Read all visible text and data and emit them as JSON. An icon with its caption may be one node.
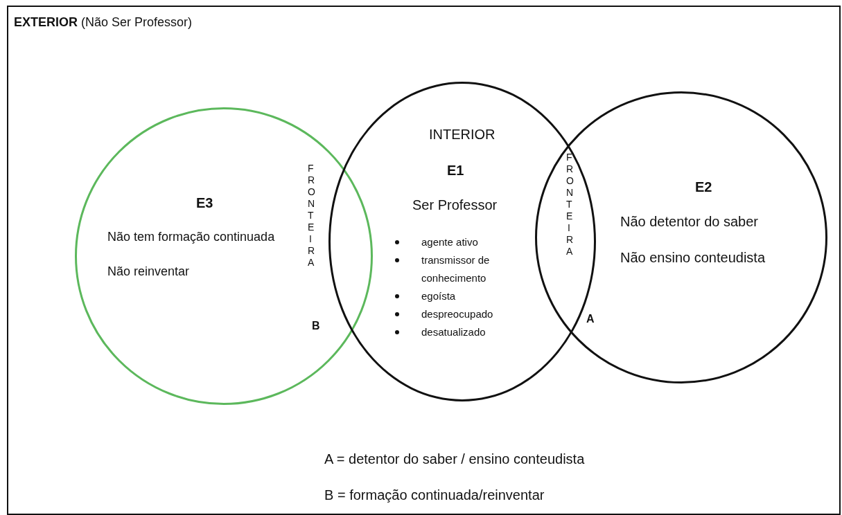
{
  "diagram": {
    "nodes": [
      {
        "text": [
          "**EXTERIOR** (Não Ser Professor)"
        ]
      },
      {
        "text": [
          "E3",
          "Não tem formação continuada",
          "Não reinventar"
        ],
        "in": 0
      },
      {
        "text": [
          "INTERIOR",
          "E1",
          "Ser Professor",
          "agente ativo",
          "transmissor de conhecimento",
          "egoísta",
          "despreocupado",
          "desatualizado"
        ],
        "in": 0
      },
      {
        "text": [
          "E2",
          "Não detentor do saber",
          "Não ensino conteudista"
        ],
        "in": 0
      }
    ],
    "labels": [
      "FRONTEIRA",
      "B",
      "FRONTEIRA",
      "A",
      "A = detentor do saber / ensino conteudista",
      "B = formação continuada/reinventar"
    ]
  }
}
